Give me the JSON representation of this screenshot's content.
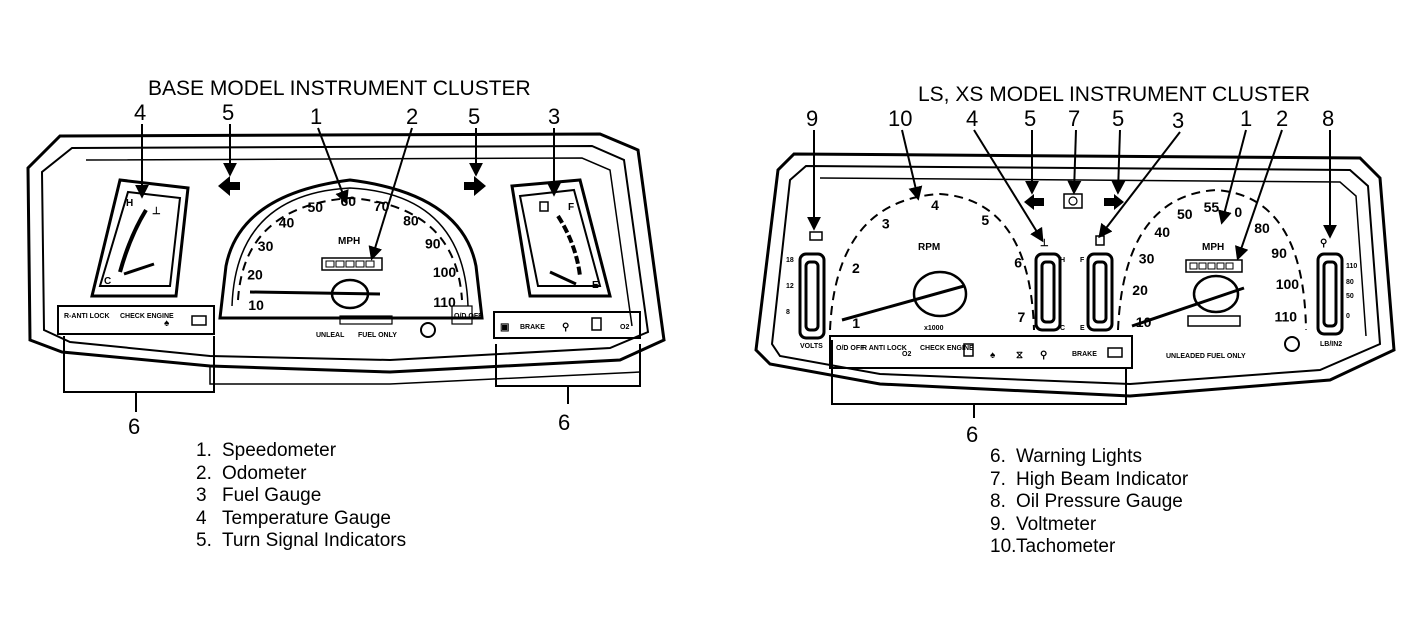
{
  "base": {
    "title": "BASE MODEL INSTRUMENT CLUSTER",
    "callouts": [
      "4",
      "5",
      "1",
      "2",
      "5",
      "3",
      "6",
      "6"
    ],
    "speedo_ticks": [
      "10",
      "20",
      "30",
      "40",
      "50",
      "60",
      "70",
      "80",
      "90",
      "100",
      "110"
    ],
    "speedo_unit": "MPH",
    "temp_marks": {
      "hot": "H",
      "cold": "C"
    },
    "fuel_marks": {
      "full": "F",
      "empty": "E"
    },
    "lights_left": [
      "R-ANTI LOCK",
      "CHECK ENGINE"
    ],
    "lights_right": [
      "BRAKE",
      "O2"
    ],
    "fuel_note": [
      "UNLEAL",
      "FUEL ONLY"
    ],
    "od_label": "O/D OFF"
  },
  "ls": {
    "title": "LS, XS MODEL INSTRUMENT CLUSTER",
    "callouts": [
      "9",
      "10",
      "4",
      "5",
      "7",
      "5",
      "3",
      "1",
      "2",
      "8",
      "6"
    ],
    "tach_ticks": [
      "1",
      "2",
      "3",
      "4",
      "5",
      "6",
      "7"
    ],
    "tach_unit": "RPM",
    "tach_mult": "x1000",
    "speedo_ticks": [
      "10",
      "20",
      "30",
      "40",
      "50",
      "55",
      "0",
      "80",
      "90",
      "100",
      "110"
    ],
    "speedo_unit": "MPH",
    "volt_marks": [
      "18",
      "12",
      "8"
    ],
    "volt_unit": "VOLTS",
    "oil_marks": [
      "110",
      "80",
      "50",
      "0"
    ],
    "oil_unit": "LB/IN2",
    "temp_marks": {
      "hot": "H",
      "cold": "C"
    },
    "fuel_marks": {
      "full": "F",
      "empty": "E"
    },
    "lights": [
      "O/D OFF",
      "R ANTI LOCK",
      "O2",
      "CHECK ENGINE",
      "BRAKE"
    ],
    "fuel_note": "UNLEADED FUEL ONLY"
  },
  "legend_left": [
    {
      "num": "1.",
      "label": "Speedometer"
    },
    {
      "num": "2.",
      "label": "Odometer"
    },
    {
      "num": "3",
      "label": "Fuel Gauge"
    },
    {
      "num": "4",
      "label": "Temperature Gauge"
    },
    {
      "num": "5.",
      "label": "Turn Signal Indicators"
    }
  ],
  "legend_right": [
    {
      "num": "6.",
      "label": "Warning Lights"
    },
    {
      "num": "7.",
      "label": "High Beam Indicator"
    },
    {
      "num": "8.",
      "label": "Oil Pressure Gauge"
    },
    {
      "num": "9.",
      "label": "Voltmeter"
    },
    {
      "num": "10.",
      "label": "Tachometer"
    }
  ]
}
